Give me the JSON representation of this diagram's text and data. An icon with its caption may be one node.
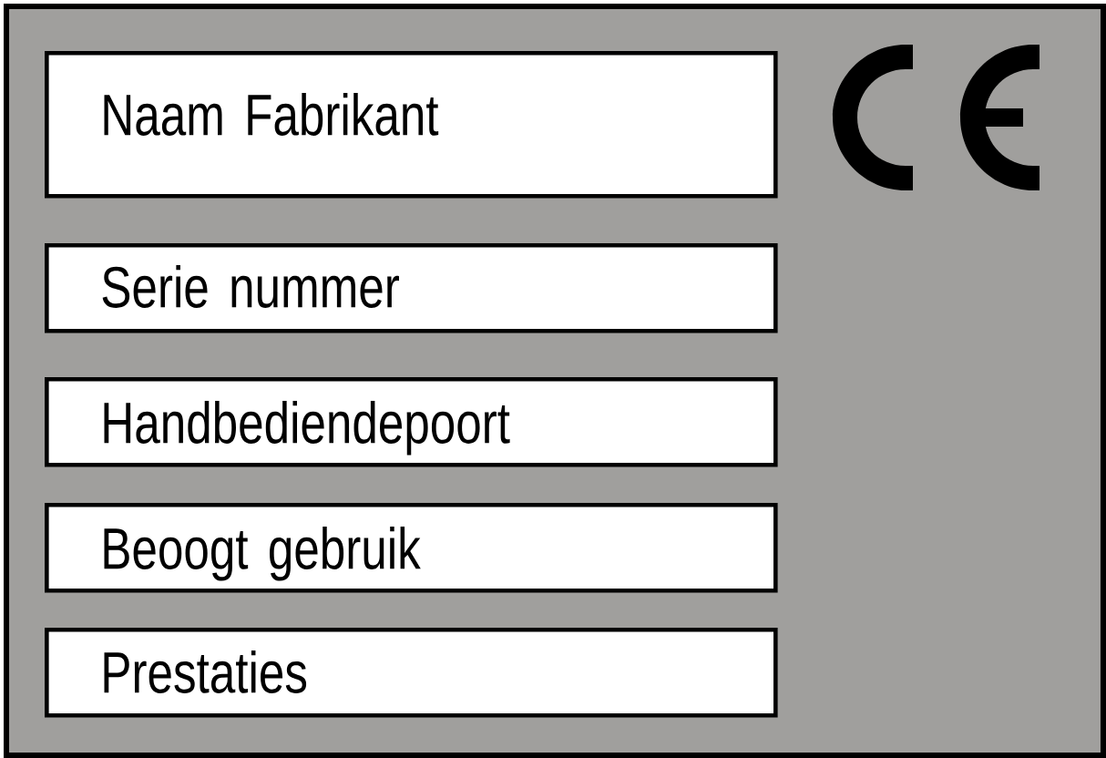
{
  "diagram": {
    "nodes": [
      {
        "text": [],
        "shape": "box"
      },
      {
        "text": [
          "Naam Fabrikant"
        ],
        "in": 0
      },
      {
        "text": [
          "Serie nummer"
        ],
        "in": 0
      },
      {
        "text": [
          "Handbediendepoort"
        ],
        "in": 0
      },
      {
        "text": [
          "Beoogt gebruik"
        ],
        "in": 0
      },
      {
        "text": [
          "Prestaties"
        ],
        "in": 0
      }
    ]
  }
}
